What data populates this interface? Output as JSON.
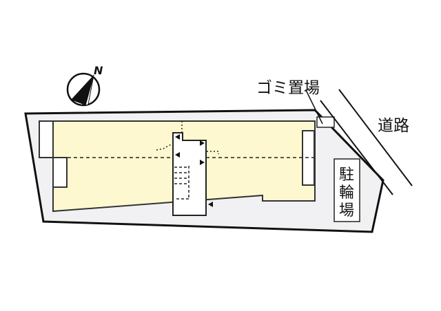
{
  "diagram": {
    "type": "site-plan",
    "colors": {
      "lot_fill": "#f1f1f3",
      "building_fill": "#fdf8cf",
      "outline": "#111111",
      "white": "#ffffff"
    },
    "labels": {
      "north": "N",
      "garbage": "ゴミ置場",
      "road": "道路",
      "bike_parking": [
        "駐",
        "輪",
        "場"
      ]
    }
  }
}
